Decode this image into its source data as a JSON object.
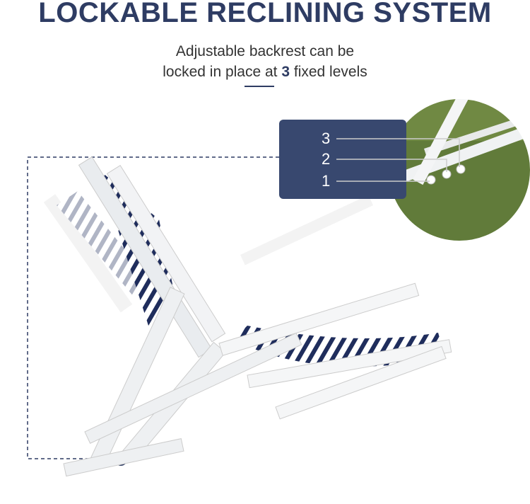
{
  "heading": "LOCKABLE RECLINING SYSTEM",
  "subtitle": {
    "line1": "Adjustable backrest can be",
    "line2_prefix": "locked in place at ",
    "line2_number": "3",
    "line2_suffix": " fixed levels"
  },
  "callout": {
    "levels": [
      "3",
      "2",
      "1"
    ]
  },
  "colors": {
    "brand": "#2e3c63",
    "box": "#38486f",
    "grass": "#5f7a38"
  }
}
